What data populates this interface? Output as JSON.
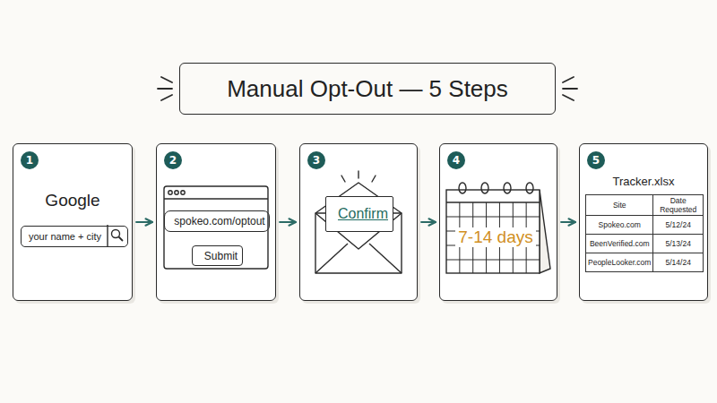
{
  "diagram": {
    "title": "Manual Opt-Out — 5 Steps",
    "nodes": [
      {
        "text": [
          "1",
          "Google"
        ]
      },
      {
        "text": [
          "your name + city"
        ],
        "in": 0
      },
      {
        "text": [
          "2"
        ]
      },
      {
        "text": [
          "spokeo.com/optout"
        ],
        "in": 2
      },
      {
        "text": [
          "Submit"
        ],
        "in": 2
      },
      {
        "text": [
          "3"
        ]
      },
      {
        "text": [
          "Confirm"
        ],
        "in": 5
      },
      {
        "text": [
          "4"
        ]
      },
      {
        "text": [
          "7-14 days"
        ],
        "in": 7
      },
      {
        "text": [
          "5",
          "Tracker.xlsx"
        ]
      }
    ],
    "edges": [
      {
        "from": 0,
        "to": 2,
        "arrow": "to"
      },
      {
        "from": 2,
        "to": 5,
        "arrow": "to"
      },
      {
        "from": 5,
        "to": 7,
        "arrow": "to"
      },
      {
        "from": 7,
        "to": 9,
        "arrow": "to"
      }
    ],
    "labels": [
      "Site",
      "Date Requested",
      "Spokeo.com",
      "5/12/24",
      "BeenVerified.com",
      "5/13/24",
      "PeopleLooker.com",
      "5/14/24"
    ]
  }
}
